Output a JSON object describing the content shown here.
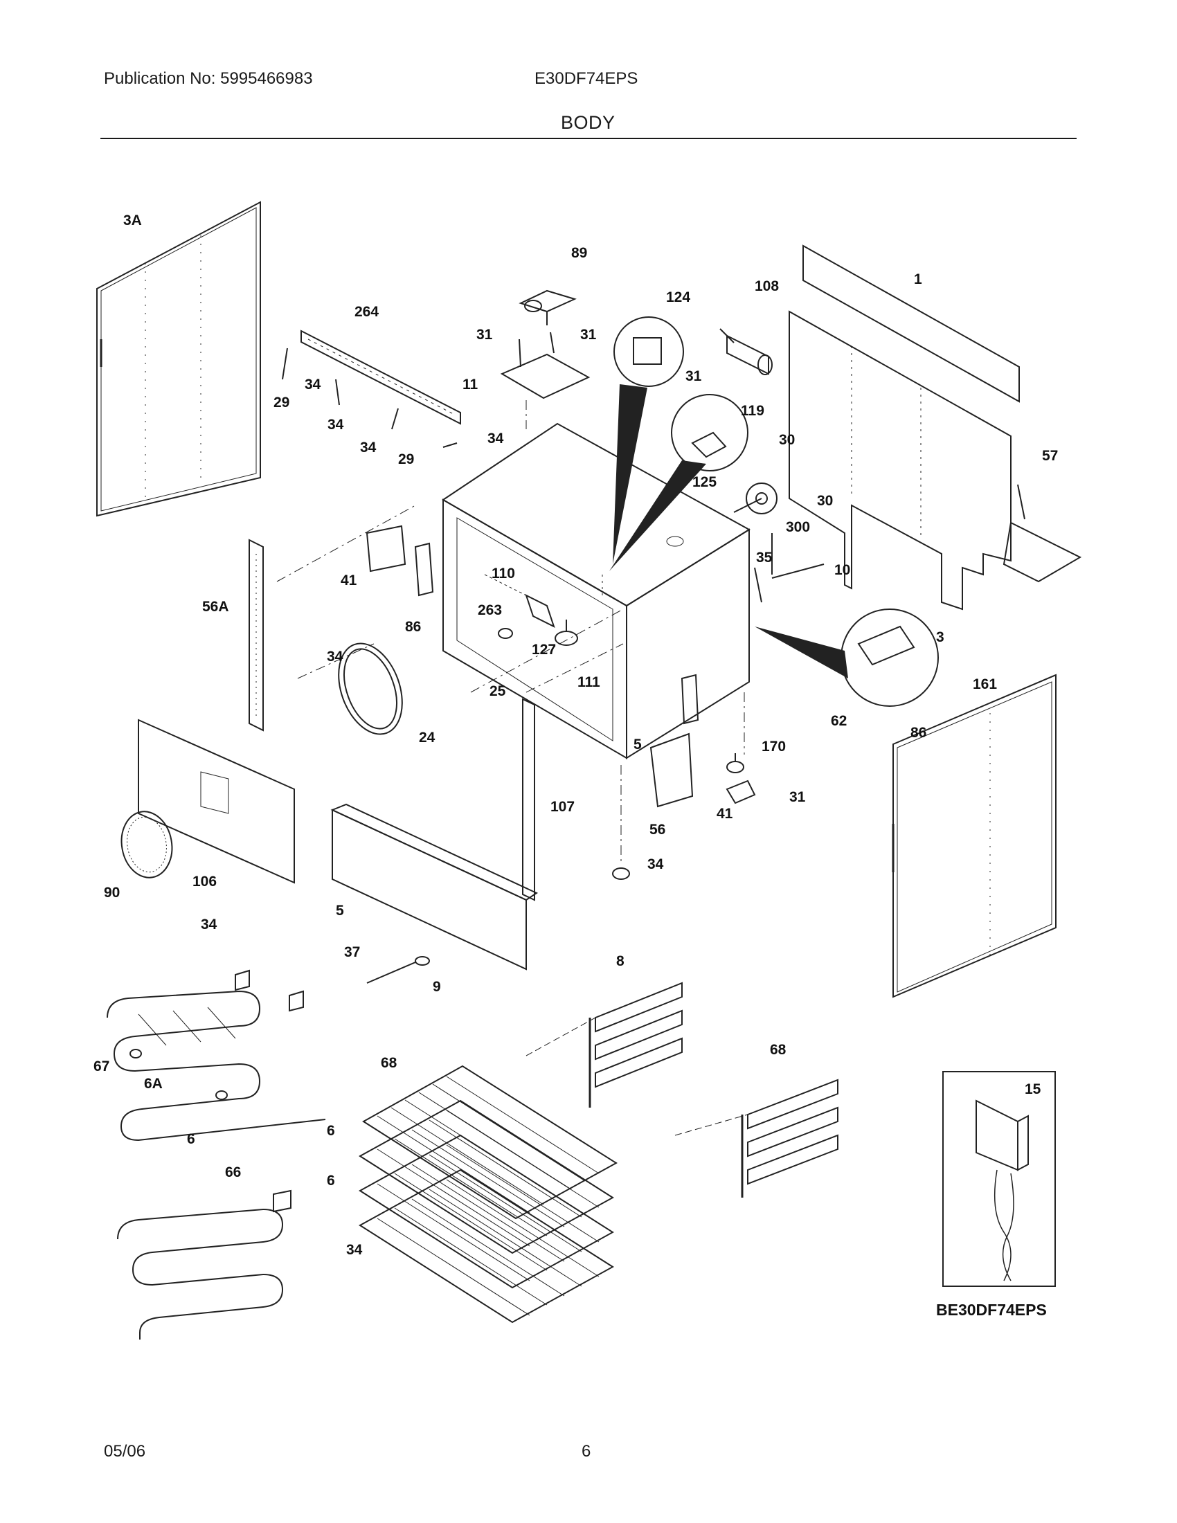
{
  "header": {
    "publication": "Publication No: 5995466983",
    "model": "E30DF74EPS",
    "section": "BODY"
  },
  "footer": {
    "date": "05/06",
    "page": "6"
  },
  "inset": {
    "part": "15",
    "caption": "BE30DF74EPS"
  },
  "callouts": [
    "3A",
    "89",
    "264",
    "124",
    "108",
    "1",
    "31",
    "31",
    "11",
    "29",
    "34",
    "34",
    "34",
    "29",
    "34",
    "31",
    "119",
    "30",
    "125",
    "30",
    "57",
    "300",
    "35",
    "10",
    "41",
    "86",
    "110",
    "263",
    "56A",
    "34",
    "127",
    "111",
    "25",
    "3",
    "161",
    "24",
    "62",
    "86",
    "5",
    "170",
    "31",
    "41",
    "56",
    "107",
    "106",
    "90",
    "5",
    "34",
    "34",
    "37",
    "9",
    "8",
    "68",
    "67",
    "6A",
    "68",
    "6",
    "6",
    "6",
    "34",
    "66"
  ],
  "icons": [
    "oven-cavity",
    "rack",
    "bake-element",
    "broil-element",
    "rack-support",
    "side-panel",
    "control-module"
  ]
}
